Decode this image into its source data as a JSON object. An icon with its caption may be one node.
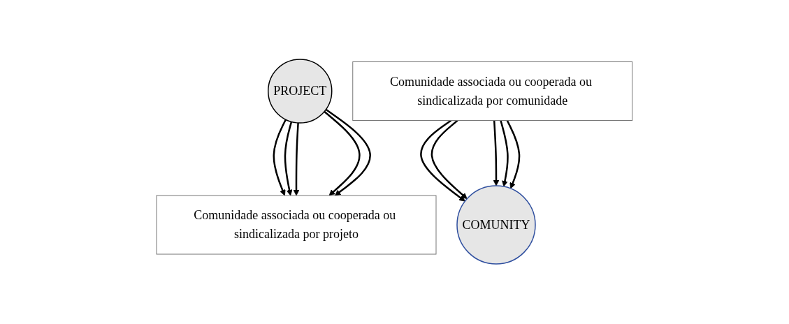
{
  "diagram": {
    "nodes": [
      {
        "text": [
          "PROJECT"
        ]
      },
      {
        "text": [
          "Comunidade associada ou cooperada ou sindicalizada por projeto"
        ]
      },
      {
        "text": [
          "COMUNITY"
        ]
      },
      {
        "text": [
          "Comunidade associada ou cooperada ou sindicalizada por comunidade"
        ]
      }
    ],
    "edges": [
      {
        "from": 0,
        "to": 1,
        "arrow": "to"
      },
      {
        "from": 0,
        "to": 1,
        "arrow": "to"
      },
      {
        "from": 0,
        "to": 1,
        "arrow": "to"
      },
      {
        "from": 0,
        "to": 1,
        "arrow": "to"
      },
      {
        "from": 0,
        "to": 1,
        "arrow": "to"
      },
      {
        "from": 3,
        "to": 2,
        "arrow": "to"
      },
      {
        "from": 3,
        "to": 2,
        "arrow": "to"
      },
      {
        "from": 3,
        "to": 2,
        "arrow": "to"
      },
      {
        "from": 3,
        "to": 2,
        "arrow": "to"
      },
      {
        "from": 3,
        "to": 2,
        "arrow": "to"
      }
    ]
  }
}
